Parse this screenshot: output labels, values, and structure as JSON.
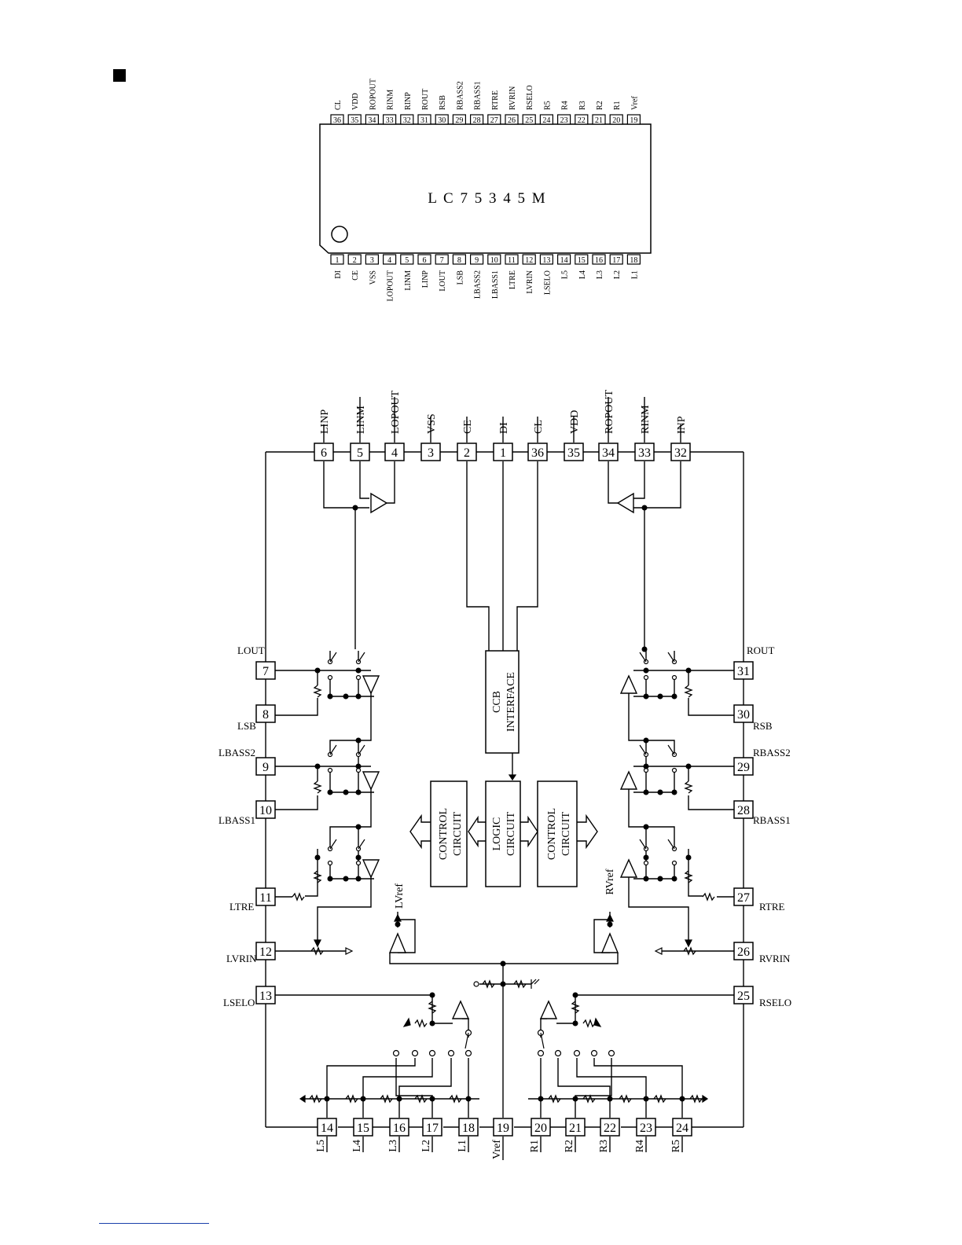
{
  "chip": {
    "name": "L C 7 5 3 4 5 M",
    "top_pins": [
      {
        "num": "36",
        "label": "CL"
      },
      {
        "num": "35",
        "label": "VDD"
      },
      {
        "num": "34",
        "label": "ROPOUT"
      },
      {
        "num": "33",
        "label": "RINM"
      },
      {
        "num": "32",
        "label": "RINP"
      },
      {
        "num": "31",
        "label": "ROUT"
      },
      {
        "num": "30",
        "label": "RSB"
      },
      {
        "num": "29",
        "label": "RBASS2"
      },
      {
        "num": "28",
        "label": "RBASS1"
      },
      {
        "num": "27",
        "label": "RTRE"
      },
      {
        "num": "26",
        "label": "RVRIN"
      },
      {
        "num": "25",
        "label": "RSELO"
      },
      {
        "num": "24",
        "label": "R5"
      },
      {
        "num": "23",
        "label": "R4"
      },
      {
        "num": "22",
        "label": "R3"
      },
      {
        "num": "21",
        "label": "R2"
      },
      {
        "num": "20",
        "label": "R1"
      },
      {
        "num": "19",
        "label": "Vref"
      }
    ],
    "bottom_pins": [
      {
        "num": "1",
        "label": "DI"
      },
      {
        "num": "2",
        "label": "CE"
      },
      {
        "num": "3",
        "label": "VSS"
      },
      {
        "num": "4",
        "label": "LOPOUT"
      },
      {
        "num": "5",
        "label": "LINM"
      },
      {
        "num": "6",
        "label": "LINP"
      },
      {
        "num": "7",
        "label": "LOUT"
      },
      {
        "num": "8",
        "label": "LSB"
      },
      {
        "num": "9",
        "label": "LBASS2"
      },
      {
        "num": "10",
        "label": "LBASS1"
      },
      {
        "num": "11",
        "label": "LTRE"
      },
      {
        "num": "12",
        "label": "LVRIN"
      },
      {
        "num": "13",
        "label": "LSELO"
      },
      {
        "num": "14",
        "label": "L5"
      },
      {
        "num": "15",
        "label": "L4"
      },
      {
        "num": "16",
        "label": "L3"
      },
      {
        "num": "17",
        "label": "L2"
      },
      {
        "num": "18",
        "label": "L1"
      }
    ]
  },
  "block": {
    "top_pins": [
      {
        "num": "6",
        "label": "LINP"
      },
      {
        "num": "5",
        "label": "LINM"
      },
      {
        "num": "4",
        "label": "LOPOUT"
      },
      {
        "num": "3",
        "label": "VSS"
      },
      {
        "num": "2",
        "label": "CE"
      },
      {
        "num": "1",
        "label": "DI"
      },
      {
        "num": "36",
        "label": "CL"
      },
      {
        "num": "35",
        "label": "VDD"
      },
      {
        "num": "34",
        "label": "ROPOUT"
      },
      {
        "num": "33",
        "label": "RINM"
      },
      {
        "num": "32",
        "label": "INP"
      }
    ],
    "left_pins": [
      {
        "num": "7",
        "label": "LOUT"
      },
      {
        "num": "8",
        "label": "LSB"
      },
      {
        "num": "9",
        "label": "LBASS2"
      },
      {
        "num": "10",
        "label": "LBASS1"
      },
      {
        "num": "11",
        "label": "LTRE"
      },
      {
        "num": "12",
        "label": "LVRIN"
      },
      {
        "num": "13",
        "label": "LSELO"
      }
    ],
    "right_pins": [
      {
        "num": "31",
        "label": "ROUT"
      },
      {
        "num": "30",
        "label": "RSB"
      },
      {
        "num": "29",
        "label": "RBASS2"
      },
      {
        "num": "28",
        "label": "RBASS1"
      },
      {
        "num": "27",
        "label": "RTRE"
      },
      {
        "num": "26",
        "label": "RVRIN"
      },
      {
        "num": "25",
        "label": "RSELO"
      }
    ],
    "bottom_pins": [
      {
        "num": "14",
        "label": "L5"
      },
      {
        "num": "15",
        "label": "L4"
      },
      {
        "num": "16",
        "label": "L3"
      },
      {
        "num": "17",
        "label": "L2"
      },
      {
        "num": "18",
        "label": "L1"
      },
      {
        "num": "19",
        "label": "Vref"
      },
      {
        "num": "20",
        "label": "R1"
      },
      {
        "num": "21",
        "label": "R2"
      },
      {
        "num": "22",
        "label": "R3"
      },
      {
        "num": "23",
        "label": "R4"
      },
      {
        "num": "24",
        "label": "R5"
      }
    ],
    "ccb_interface": [
      "CCB",
      "INTERFACE"
    ],
    "control_circuit_left": [
      "CONTROL",
      "CIRCUIT"
    ],
    "logic_circuit": [
      "LOGIC",
      "CIRCUIT"
    ],
    "control_circuit_right": [
      "CONTROL",
      "CIRCUIT"
    ],
    "lvref": "LVref",
    "rvref": "RVref"
  }
}
